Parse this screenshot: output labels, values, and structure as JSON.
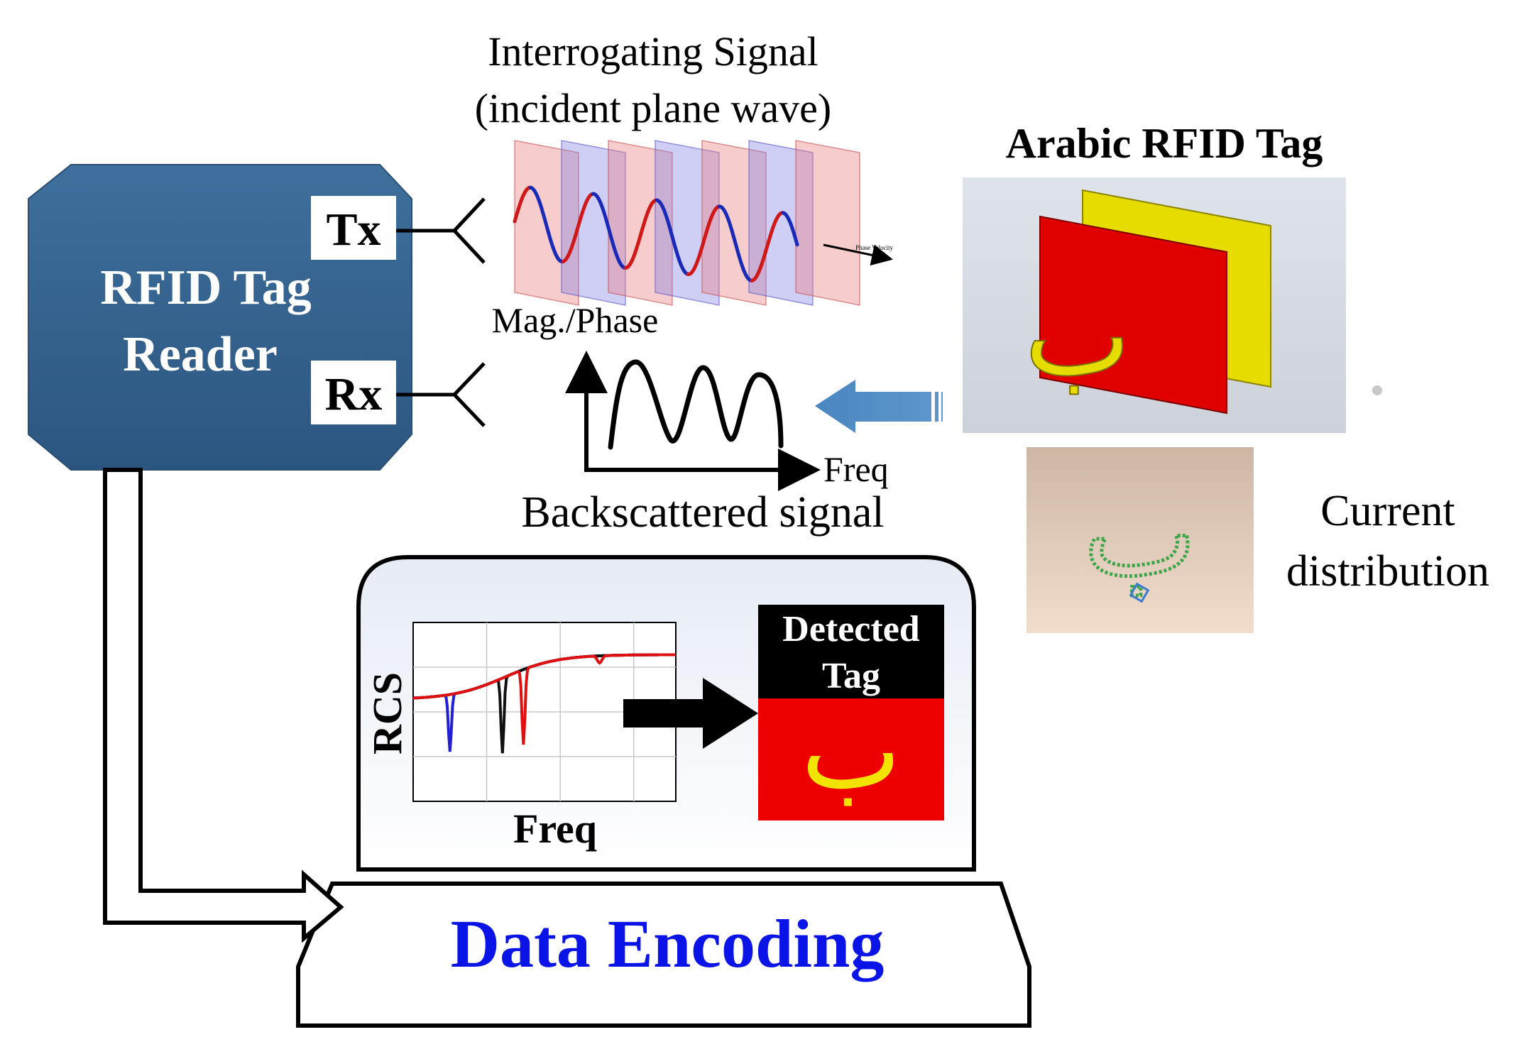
{
  "reader": {
    "title_line1": "RFID Tag",
    "title_line2": "Reader",
    "tx_label": "Tx",
    "rx_label": "Rx",
    "color": "#35628c"
  },
  "interrogating": {
    "line1": "Interrogating Signal",
    "line2": "(incident plane wave)",
    "velocity_label": "Phase Velocity"
  },
  "backscatter": {
    "y_label": "Mag./Phase",
    "x_label": "Freq",
    "caption": "Backscattered signal"
  },
  "tag": {
    "title": "Arabic RFID Tag",
    "letter": "ب",
    "front_color": "#e00000",
    "back_color": "#e6dc00"
  },
  "current": {
    "line1": "Current",
    "line2": "distribution"
  },
  "monitor": {
    "rcs_ylabel": "RCS",
    "rcs_xlabel": "Freq",
    "detected_line1": "Detected",
    "detected_line2": "Tag",
    "detected_letter": "ب"
  },
  "encoding": {
    "label": "Data Encoding",
    "color": "#0a14e6"
  },
  "rcs_chart": {
    "type": "line",
    "series": [
      {
        "color": "#2020d0"
      },
      {
        "color": "#111111"
      },
      {
        "color": "#e01010"
      }
    ]
  }
}
